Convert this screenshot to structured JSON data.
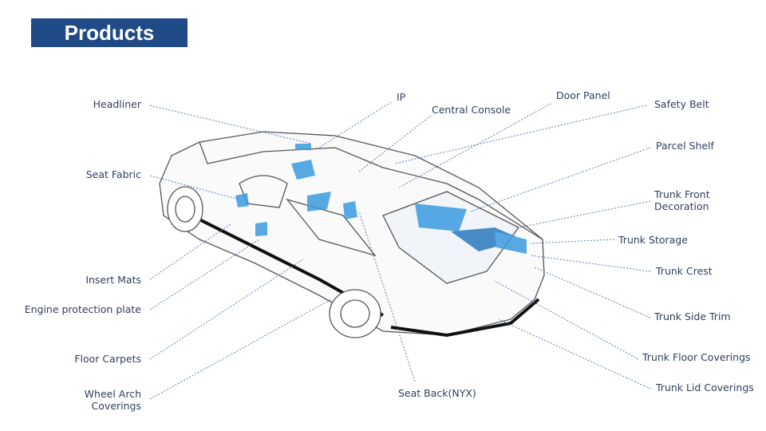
{
  "title": "Products",
  "colors": {
    "title_bg": "#1f4a87",
    "leader": "#4a6fb5",
    "part_highlight": "#3a9be0"
  },
  "labels": {
    "headliner": "Headliner",
    "seat_fabric": "Seat Fabric",
    "insert_mats": "Insert Mats",
    "engine_protection_plate": "Engine protection  plate",
    "floor_carpets": "Floor Carpets",
    "wheel_arch_1": "Wheel Arch",
    "wheel_arch_2": "Coverings",
    "ip": "IP",
    "central_console": "Central Console",
    "door_panel": "Door Panel",
    "safety_belt": "Safety Belt",
    "parcel_shelf": "Parcel Shelf",
    "trunk_front_1": "Trunk Front",
    "trunk_front_2": "Decoration",
    "trunk_storage": "Trunk Storage",
    "trunk_crest": "Trunk Crest",
    "trunk_side_trim": "Trunk Side Trim",
    "trunk_floor_coverings": "Trunk Floor Coverings",
    "trunk_lid_coverings": "Trunk Lid Coverings",
    "seat_back": "Seat Back(NYX)"
  }
}
